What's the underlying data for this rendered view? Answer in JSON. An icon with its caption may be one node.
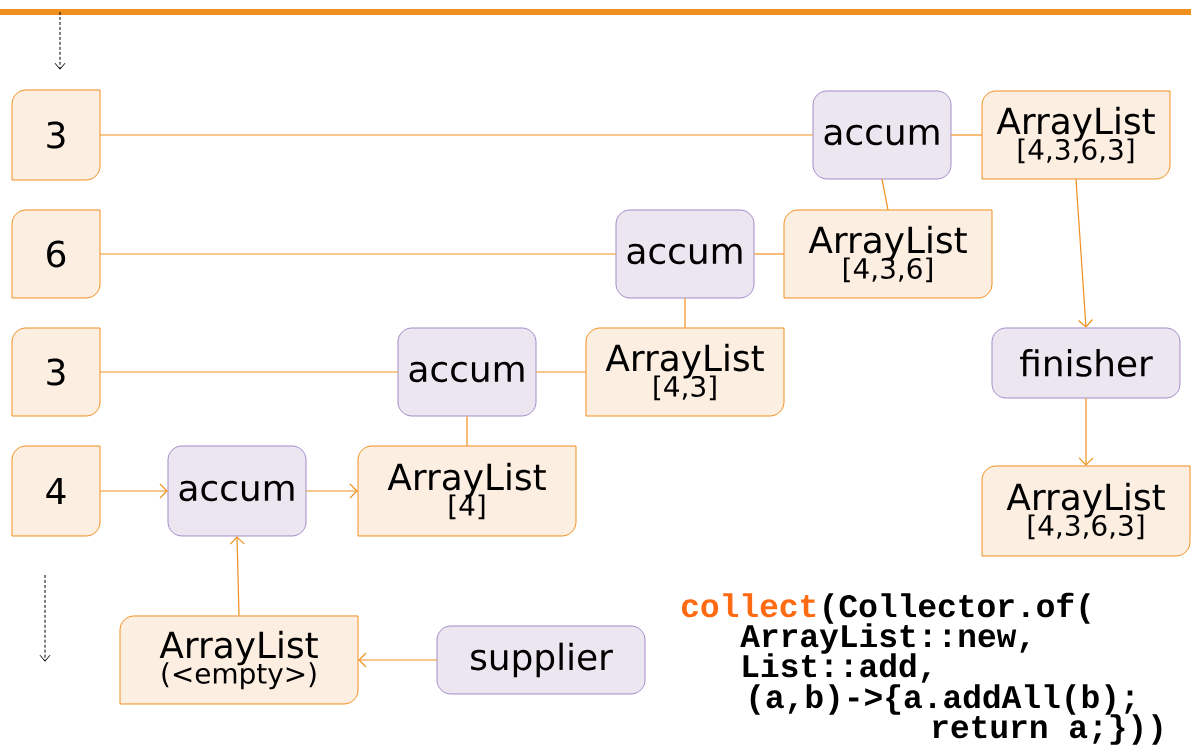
{
  "diagram": {
    "nodes": [
      {
        "text": [
          "3"
        ]
      },
      {
        "text": [
          "accum"
        ]
      },
      {
        "text": [
          "ArrayList",
          "[4,3,6,3]"
        ]
      },
      {
        "text": [
          "6"
        ]
      },
      {
        "text": [
          "accum"
        ]
      },
      {
        "text": [
          "ArrayList",
          "[4,3,6]"
        ]
      },
      {
        "text": [
          "3"
        ]
      },
      {
        "text": [
          "accum"
        ]
      },
      {
        "text": [
          "ArrayList",
          "[4,3]"
        ]
      },
      {
        "text": [
          "finisher"
        ]
      },
      {
        "text": [
          "4"
        ]
      },
      {
        "text": [
          "accum"
        ]
      },
      {
        "text": [
          "ArrayList",
          "[4]"
        ]
      },
      {
        "text": [
          "ArrayList",
          "[4,3,6,3]"
        ]
      },
      {
        "text": [
          "ArrayList",
          "(<empty>)"
        ]
      },
      {
        "text": [
          "supplier"
        ]
      }
    ],
    "edges": [
      {
        "from": 0,
        "to": 1,
        "arrow": "none"
      },
      {
        "from": 1,
        "to": 2,
        "arrow": "none"
      },
      {
        "from": 5,
        "to": 1,
        "arrow": "none"
      },
      {
        "from": 3,
        "to": 4,
        "arrow": "none"
      },
      {
        "from": 4,
        "to": 5,
        "arrow": "none"
      },
      {
        "from": 8,
        "to": 4,
        "arrow": "none"
      },
      {
        "from": 6,
        "to": 7,
        "arrow": "none"
      },
      {
        "from": 7,
        "to": 8,
        "arrow": "none"
      },
      {
        "from": 12,
        "to": 7,
        "arrow": "none"
      },
      {
        "from": 10,
        "to": 11,
        "arrow": "to"
      },
      {
        "from": 11,
        "to": 12,
        "arrow": "to"
      },
      {
        "from": 14,
        "to": 11,
        "arrow": "to"
      },
      {
        "from": 15,
        "to": 14,
        "arrow": "to"
      },
      {
        "from": 2,
        "to": 9,
        "arrow": "to"
      },
      {
        "from": 9,
        "to": 13,
        "arrow": "to"
      }
    ],
    "labels": [
      "collect",
      "(Collector.of(",
      "ArrayList::new,",
      "List::add,",
      "(a,b)->{a.addAll(b);",
      "return a;}))"
    ]
  }
}
